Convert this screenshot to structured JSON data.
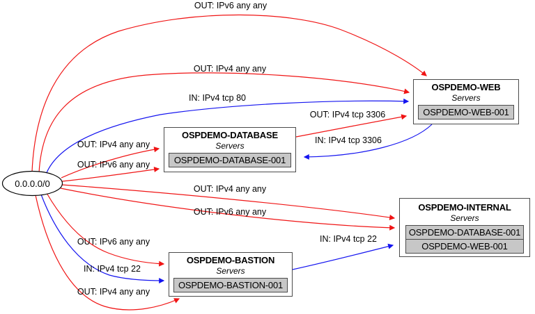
{
  "diagram": {
    "type": "security-group-graph",
    "source": {
      "label": "0.0.0.0/0"
    },
    "nodes": [
      {
        "title": "OSPDEMO-WEB",
        "subtitle": "Servers",
        "members": [
          "OSPDEMO-WEB-001"
        ]
      },
      {
        "title": "OSPDEMO-DATABASE",
        "subtitle": "Servers",
        "members": [
          "OSPDEMO-DATABASE-001"
        ]
      },
      {
        "title": "OSPDEMO-INTERNAL",
        "subtitle": "Servers",
        "members": [
          "OSPDEMO-DATABASE-001",
          "OSPDEMO-WEB-001"
        ]
      },
      {
        "title": "OSPDEMO-BASTION",
        "subtitle": "Servers",
        "members": [
          "OSPDEMO-BASTION-001"
        ]
      }
    ],
    "edges": [
      {
        "label": "OUT: IPv6 any any",
        "from": "0.0.0.0/0",
        "to": "OSPDEMO-WEB",
        "direction": "out",
        "color": "#f01414"
      },
      {
        "label": "OUT: IPv4 any any",
        "from": "0.0.0.0/0",
        "to": "OSPDEMO-WEB",
        "direction": "out",
        "color": "#f01414"
      },
      {
        "label": "IN: IPv4 tcp 80",
        "from": "0.0.0.0/0",
        "to": "OSPDEMO-WEB",
        "direction": "in",
        "color": "#1414f0"
      },
      {
        "label": "OUT: IPv4 any any",
        "from": "0.0.0.0/0",
        "to": "OSPDEMO-DATABASE",
        "direction": "out",
        "color": "#f01414"
      },
      {
        "label": "OUT: IPv6 any any",
        "from": "0.0.0.0/0",
        "to": "OSPDEMO-DATABASE",
        "direction": "out",
        "color": "#f01414"
      },
      {
        "label": "OUT: IPv4 any any",
        "from": "0.0.0.0/0",
        "to": "OSPDEMO-INTERNAL",
        "direction": "out",
        "color": "#f01414"
      },
      {
        "label": "OUT: IPv6 any any",
        "from": "0.0.0.0/0",
        "to": "OSPDEMO-INTERNAL",
        "direction": "out",
        "color": "#f01414"
      },
      {
        "label": "OUT: IPv6 any any",
        "from": "0.0.0.0/0",
        "to": "OSPDEMO-BASTION",
        "direction": "out",
        "color": "#f01414"
      },
      {
        "label": "IN: IPv4 tcp 22",
        "from": "0.0.0.0/0",
        "to": "OSPDEMO-BASTION",
        "direction": "in",
        "color": "#1414f0"
      },
      {
        "label": "OUT: IPv4 any any",
        "from": "0.0.0.0/0",
        "to": "OSPDEMO-BASTION",
        "direction": "out",
        "color": "#f01414"
      },
      {
        "label": "OUT: IPv4 tcp 3306",
        "from": "OSPDEMO-DATABASE",
        "to": "OSPDEMO-WEB",
        "direction": "out",
        "color": "#f01414"
      },
      {
        "label": "IN: IPv4 tcp 3306",
        "from": "OSPDEMO-WEB",
        "to": "OSPDEMO-DATABASE",
        "direction": "in",
        "color": "#1414f0"
      },
      {
        "label": "IN: IPv4 tcp 22",
        "from": "OSPDEMO-BASTION",
        "to": "OSPDEMO-INTERNAL",
        "direction": "in",
        "color": "#1414f0"
      }
    ],
    "colors": {
      "out_edge": "#f01414",
      "in_edge": "#1414f0",
      "node_border": "#4a4a4a",
      "member_fill": "#c7c7c7",
      "node_fill": "#ffffff",
      "background": "#ffffff"
    }
  }
}
